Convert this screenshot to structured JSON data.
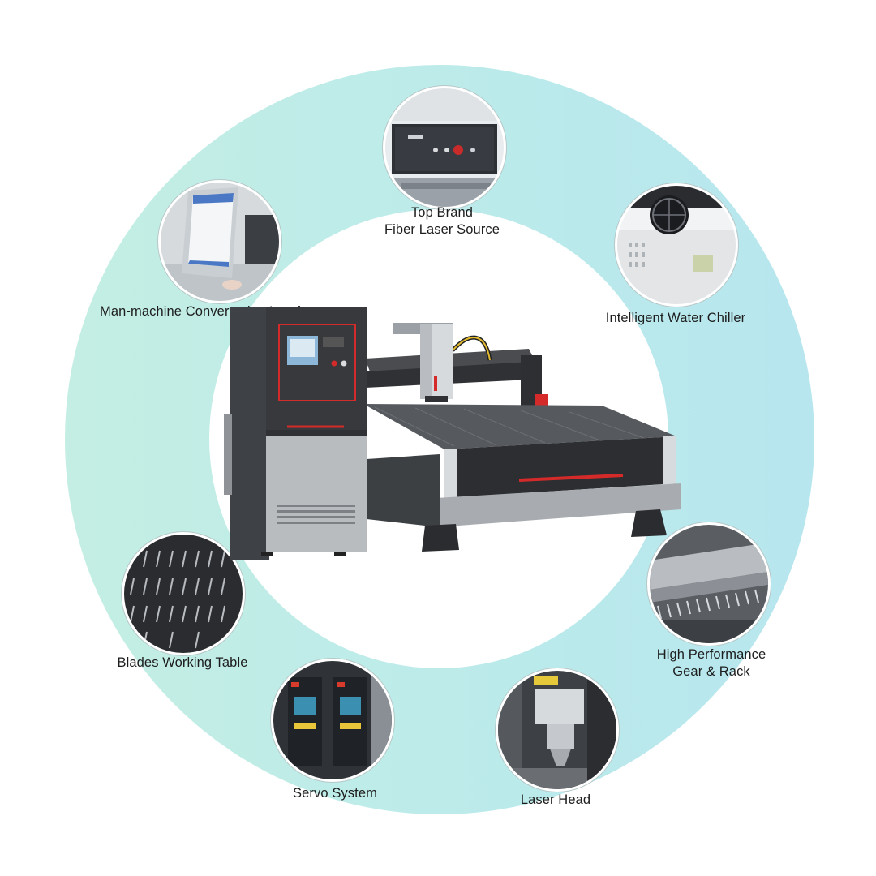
{
  "colors": {
    "ring": "#bcebea",
    "accent_red": "#d42a2a",
    "machine_dark": "#3a3a3c",
    "machine_silver": "#b5b5b5"
  },
  "features": [
    {
      "id": "laser-source",
      "icon": "laser-source-icon",
      "lines": [
        "Top Brand",
        "Fiber Laser Source"
      ]
    },
    {
      "id": "water-chiller",
      "icon": "water-chiller-icon",
      "lines": [
        "Intelligent Water Chiller"
      ]
    },
    {
      "id": "gear-rack",
      "icon": "gear-rack-icon",
      "lines": [
        "High Performance",
        "Gear & Rack"
      ]
    },
    {
      "id": "laser-head",
      "icon": "laser-head-icon",
      "lines": [
        "Laser Head"
      ]
    },
    {
      "id": "servo",
      "icon": "servo-system-icon",
      "lines": [
        "Servo System"
      ]
    },
    {
      "id": "blades-table",
      "icon": "blades-table-icon",
      "lines": [
        "Blades Working Table"
      ]
    },
    {
      "id": "hmi",
      "icon": "control-screen-icon",
      "lines": [
        "Man-machine Conversation Interface"
      ]
    }
  ]
}
